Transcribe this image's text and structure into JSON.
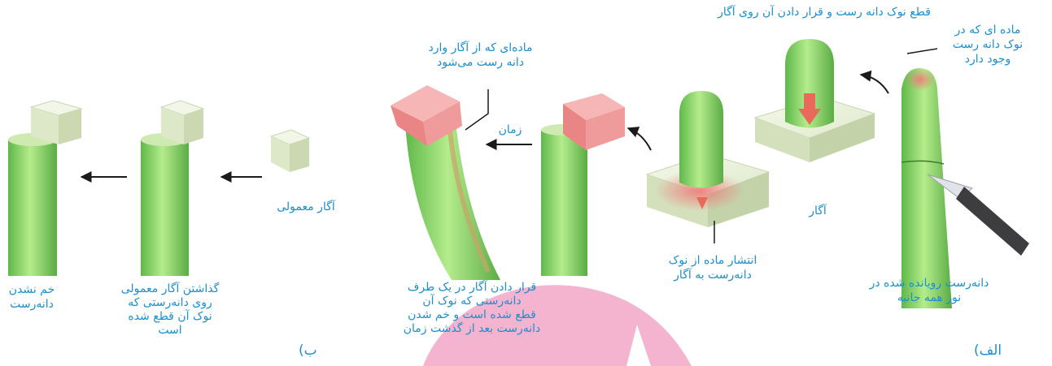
{
  "colors": {
    "label_blue": "#1b8fd0",
    "stem_green": "#8fd86a",
    "agar_plain": "#e6f0d4",
    "agar_treated": "#f08a8a",
    "watermark_pink": "#f0a5c8"
  },
  "panel_alef": {
    "part_label": "الف)",
    "label_stem_lit": [
      "دانه‌رست رویانده شده در",
      "نور همه جانبه"
    ],
    "label_tip_substance": [
      "ماده ای که در",
      "نوک دانه رست",
      "وجود دارد"
    ],
    "label_cut_tip": "قطع نوک دانه رست و قرار دادن آن روی آگار",
    "label_agar": "آگار",
    "label_diffusion": [
      "انتشار ماده از نوک",
      "دانه‌رست به آگار"
    ],
    "label_substance_enters": [
      "ماده‌ای که از آگار وارد",
      "دانه رست می‌شود"
    ],
    "label_time": "زمان",
    "label_bending": [
      "قرار دادن آگار در یک طرف",
      "دانه‌رستی که نوک آن",
      "قطع شده است و خم شدن",
      "دانه‌رست بعد از گذشت زمان"
    ]
  },
  "panel_be": {
    "part_label": "ب)",
    "label_plain_agar": "آگار معمولی",
    "label_place_plain": [
      "گذاشتن آگار معمولی",
      "روی دانه‌رستی که",
      "نوک آن قطع شده",
      "است"
    ],
    "label_no_bend": [
      "خم نشدن",
      "دانه‌رست"
    ]
  }
}
